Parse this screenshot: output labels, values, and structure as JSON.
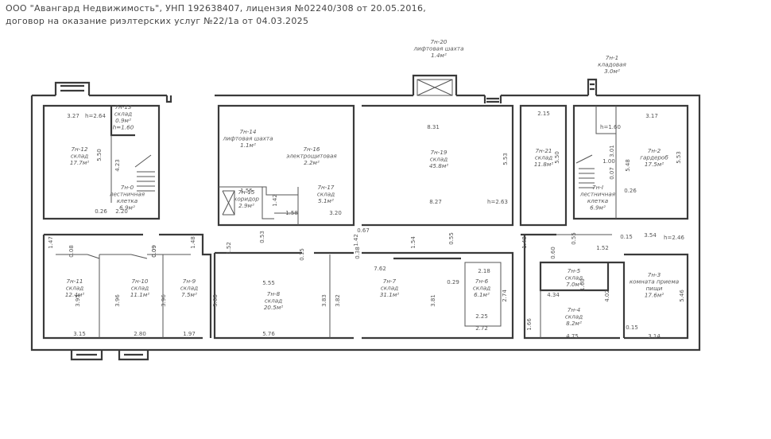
{
  "header": {
    "line1": "ООО \"Авангард Недвижимость\", УНП 192638407, лицензия №02240/308 от 20.05.2016,",
    "line2": "договор на оказание риэлтерских услуг №22/1а от 04.03.2025"
  },
  "rooms": [
    {
      "id": "r20",
      "lines": [
        "7н-20",
        "лифтовая шахта",
        "1.4м²"
      ]
    },
    {
      "id": "r1",
      "lines": [
        "7н-1",
        "кладовая",
        "3.0м²"
      ]
    },
    {
      "id": "r13",
      "lines": [
        "7н-13",
        "склад",
        "0.9м²",
        "h=1.60"
      ]
    },
    {
      "id": "r12",
      "lines": [
        "7н-12",
        "склад",
        "17.7м²"
      ]
    },
    {
      "id": "r0",
      "lines": [
        "7н-0",
        "лестничная",
        "клетка",
        "6.9м²"
      ]
    },
    {
      "id": "r14",
      "lines": [
        "7н-14",
        "лифтовая шахта",
        "1.1м²"
      ]
    },
    {
      "id": "r16",
      "lines": [
        "7н-16",
        "электрощитовая",
        "2.2м²"
      ]
    },
    {
      "id": "r15",
      "lines": [
        "7н-15",
        "коридор",
        "2.9м²"
      ]
    },
    {
      "id": "r17",
      "lines": [
        "7н-17",
        "склад",
        "5.1м²"
      ]
    },
    {
      "id": "r19",
      "lines": [
        "7н-19",
        "склад",
        "45.8м²"
      ]
    },
    {
      "id": "r21",
      "lines": [
        "7н-21",
        "склад",
        "11.8м²"
      ]
    },
    {
      "id": "r2",
      "lines": [
        "7н-2",
        "гардероб",
        "17.5м²"
      ]
    },
    {
      "id": "rI",
      "lines": [
        "7н-I",
        "лестничная",
        "клетка",
        "6.9м²"
      ]
    },
    {
      "id": "r11",
      "lines": [
        "7н-11",
        "склад",
        "12.4м²"
      ]
    },
    {
      "id": "r10",
      "lines": [
        "7н-10",
        "склад",
        "11.1м²"
      ]
    },
    {
      "id": "r9",
      "lines": [
        "7н-9",
        "склад",
        "7.5м²"
      ]
    },
    {
      "id": "r8",
      "lines": [
        "7н-8",
        "склад",
        "20.5м²"
      ]
    },
    {
      "id": "r7",
      "lines": [
        "7н-7",
        "склад",
        "31.1м²"
      ]
    },
    {
      "id": "r6",
      "lines": [
        "7н-6",
        "склад",
        "6.1м²"
      ]
    },
    {
      "id": "r5",
      "lines": [
        "7н-5",
        "склад",
        "7.0м²"
      ]
    },
    {
      "id": "r4",
      "lines": [
        "7н-4",
        "склад",
        "8.2м²"
      ]
    },
    {
      "id": "r3",
      "lines": [
        "7н-3",
        "комната приема",
        "пищи",
        "17.6м²"
      ]
    }
  ],
  "dimensions": [
    "3.27",
    "h=2.64",
    "5.50",
    "4.23",
    "0.26",
    "2.20",
    "1.55",
    "1.42",
    "1.58",
    "3.20",
    "0.53",
    "0.67",
    "8.31",
    "5.53",
    "8.27",
    "h=2.63",
    "2.15",
    "5.50",
    "3.17",
    "h=1.60",
    "3.01",
    "1.00",
    "5.48",
    "0.07",
    "0.26",
    "5.53",
    "1.47",
    "0.08",
    "0.09",
    "1.48",
    "0.09",
    "1.52",
    "0.15",
    "1.42",
    "0.38",
    "7.62",
    "1.54",
    "0.55",
    "1.48",
    "0.60",
    "0.55",
    "1.52",
    "0.15",
    "3.54",
    "h=2.46",
    "3.95",
    "3.96",
    "3.96",
    "3.68",
    "5.55",
    "3.83",
    "3.82",
    "3.81",
    "2.18",
    "0.29",
    "2.74",
    "2.25",
    "2.72",
    "4.34",
    "1.60",
    "4.02",
    "5.46",
    "1.66",
    "4.75",
    "0.15",
    "3.14",
    "3.15",
    "2.80",
    "1.97",
    "5.76"
  ]
}
